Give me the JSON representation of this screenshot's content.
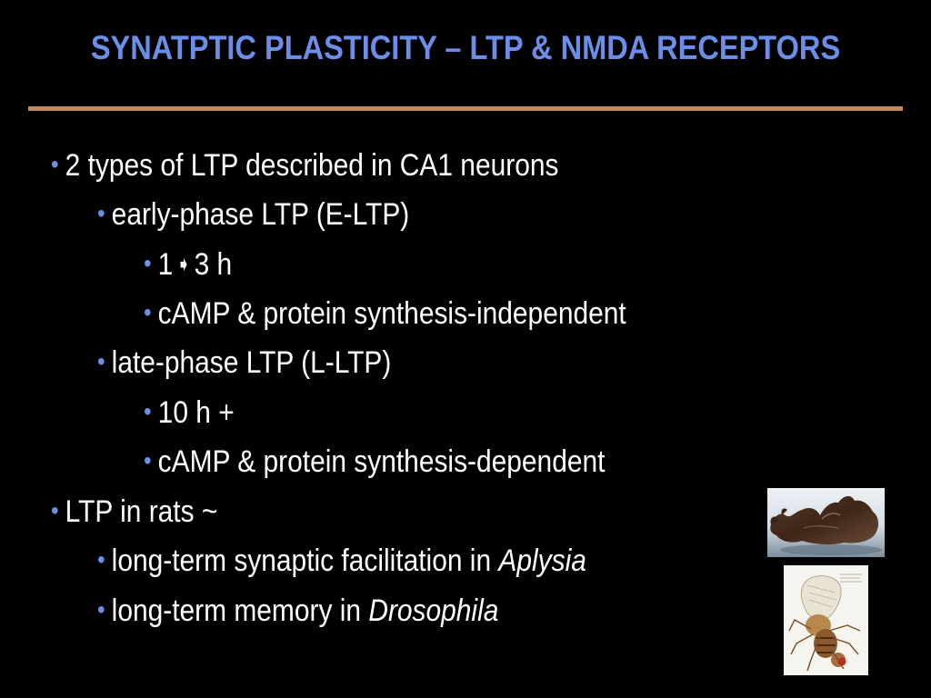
{
  "slide": {
    "title": "SYNATPTIC PLASTICITY – LTP & NMDA RECEPTORS",
    "colors": {
      "background": "#000000",
      "title": "#6b8fe8",
      "rule": "#c08a5a",
      "text": "#ffffff",
      "bullet": "#6b8fe8"
    },
    "bullet_glyph": "•",
    "items": [
      {
        "level": 1,
        "text": "2 types of LTP described in CA1 neurons"
      },
      {
        "level": 2,
        "text": "early-phase LTP (E-LTP)"
      },
      {
        "level": 3,
        "text_before": "1",
        "arrow": "➧",
        "text_after": "3 h"
      },
      {
        "level": 3,
        "text": "cAMP & protein synthesis-independent"
      },
      {
        "level": 2,
        "text": "late-phase LTP (L-LTP)"
      },
      {
        "level": 3,
        "text": "10 h +"
      },
      {
        "level": 3,
        "text": "cAMP & protein synthesis-dependent"
      },
      {
        "level": 1,
        "text": "LTP in rats ~"
      },
      {
        "level": 2,
        "text_plain": "long-term synaptic facilitation in ",
        "text_italic": "Aplysia"
      },
      {
        "level": 2,
        "text_plain": "long-term memory in ",
        "text_italic": "Drosophila"
      }
    ],
    "images": {
      "aplysia": "aplysia-photo",
      "drosophila": "drosophila-illustration"
    }
  }
}
